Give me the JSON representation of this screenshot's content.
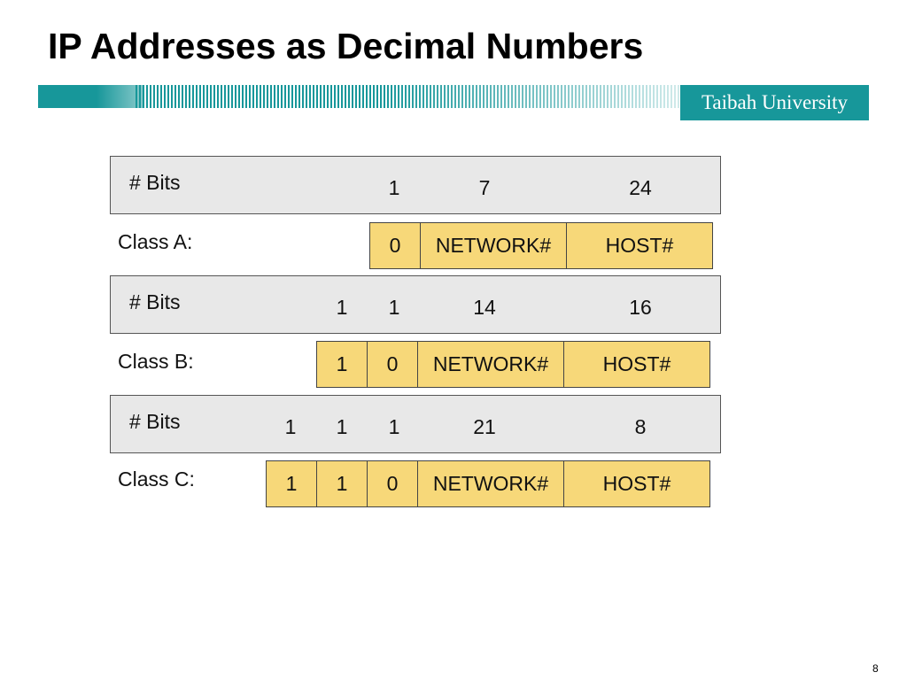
{
  "slide": {
    "title": "IP Addresses as Decimal Numbers",
    "badge": "Taibah University",
    "page_number": "8"
  },
  "colors": {
    "teal": "#17979a",
    "bits_row_fill": "#e8e8e8",
    "field_fill": "#f7d879"
  },
  "diagram": {
    "bits_label": "# Bits",
    "classes": [
      {
        "label": "Class A:",
        "bits": [
          "1",
          "7",
          "24"
        ],
        "fields": [
          "0",
          "NETWORK#",
          "HOST#"
        ]
      },
      {
        "label": "Class B:",
        "bits": [
          "1",
          "1",
          "14",
          "16"
        ],
        "fields": [
          "1",
          "0",
          "NETWORK#",
          "HOST#"
        ]
      },
      {
        "label": "Class C:",
        "bits": [
          "1",
          "1",
          "1",
          "21",
          "8"
        ],
        "fields": [
          "1",
          "1",
          "0",
          "NETWORK#",
          "HOST#"
        ]
      }
    ]
  }
}
